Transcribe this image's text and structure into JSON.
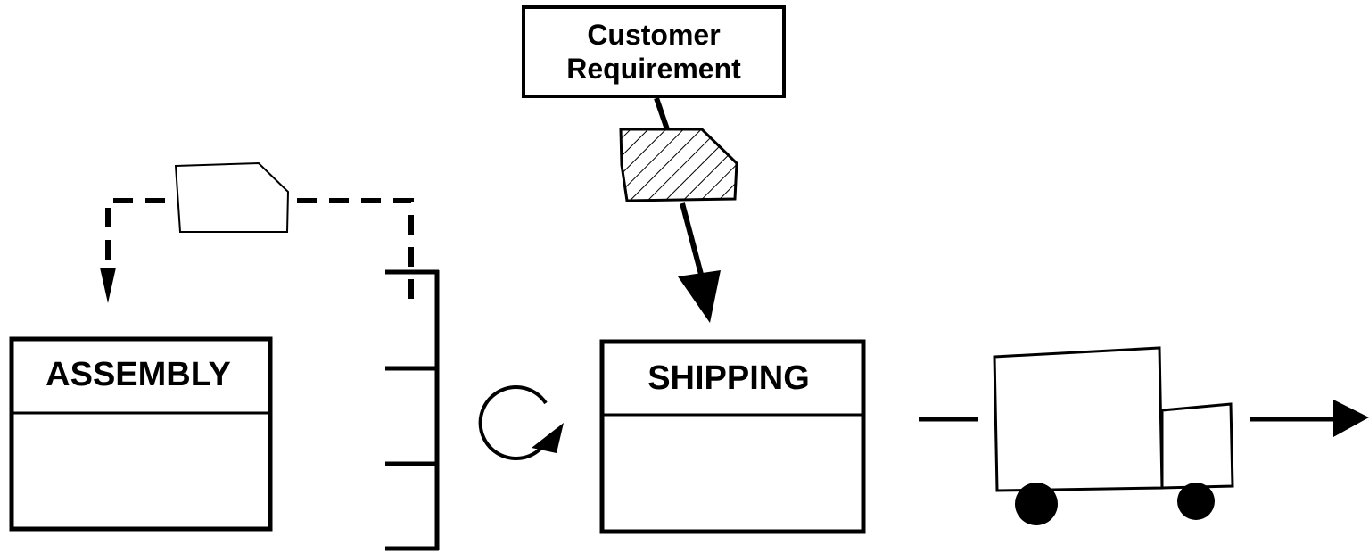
{
  "customer_box": {
    "line1": "Customer",
    "line2": "Requirement"
  },
  "assembly_box": {
    "title": "ASSEMBLY"
  },
  "shipping_box": {
    "title": "SHIPPING"
  },
  "icons": {
    "withdrawal_kanban": "withdrawal-kanban-icon",
    "production_kanban": "production-kanban-icon",
    "supermarket": "supermarket-icon",
    "cycle": "cycle-arrow-icon",
    "truck": "truck-icon"
  },
  "colors": {
    "line": "#000000",
    "background": "#ffffff"
  }
}
